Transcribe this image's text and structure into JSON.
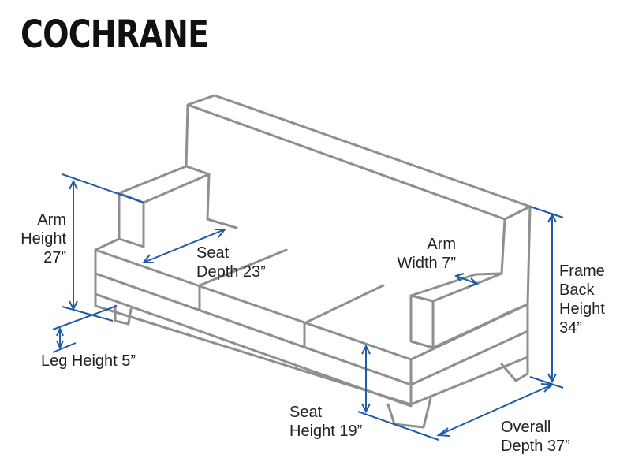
{
  "title": "COCHRANE",
  "colors": {
    "outline": "#8f8f8f",
    "dimension": "#1e5ba8",
    "text": "#222222"
  },
  "labels": {
    "arm_height": "Arm\nHeight\n27”",
    "seat_depth": "Seat\nDepth 23”",
    "arm_width": "Arm\nWidth 7”",
    "frame_back_height": "Frame\nBack\nHeight\n34”",
    "leg_height": "Leg Height 5”",
    "seat_height": "Seat\nHeight 19”",
    "overall_depth": "Overall\nDepth 37”"
  }
}
